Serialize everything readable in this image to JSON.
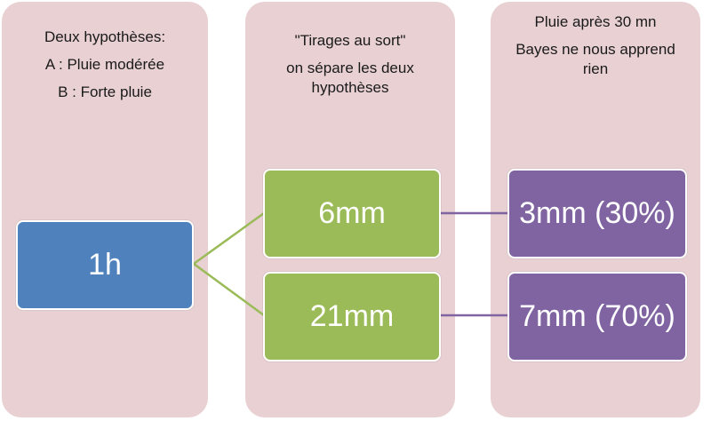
{
  "columns": [
    {
      "lines": [
        "Deux hypothèses:",
        "A : Pluie modérée",
        "B : Forte pluie"
      ]
    },
    {
      "lines": [
        "\"Tirages au sort\"",
        "on sépare les deux hypothèses"
      ]
    },
    {
      "lines": [
        "Pluie après 30 mn",
        "Bayes ne nous apprend rien"
      ]
    }
  ],
  "nodes": {
    "root": "1h",
    "hyp_a": "6mm",
    "hyp_b": "21mm",
    "res_a": "3mm (30%)",
    "res_b": "7mm (70%)"
  },
  "colors": {
    "panel": "#e8d0d3",
    "root": "#4f81bd",
    "hypothesis": "#9bbb59",
    "result": "#8064a2",
    "connector_green": "#9bbb59",
    "connector_purple": "#8064a2"
  }
}
